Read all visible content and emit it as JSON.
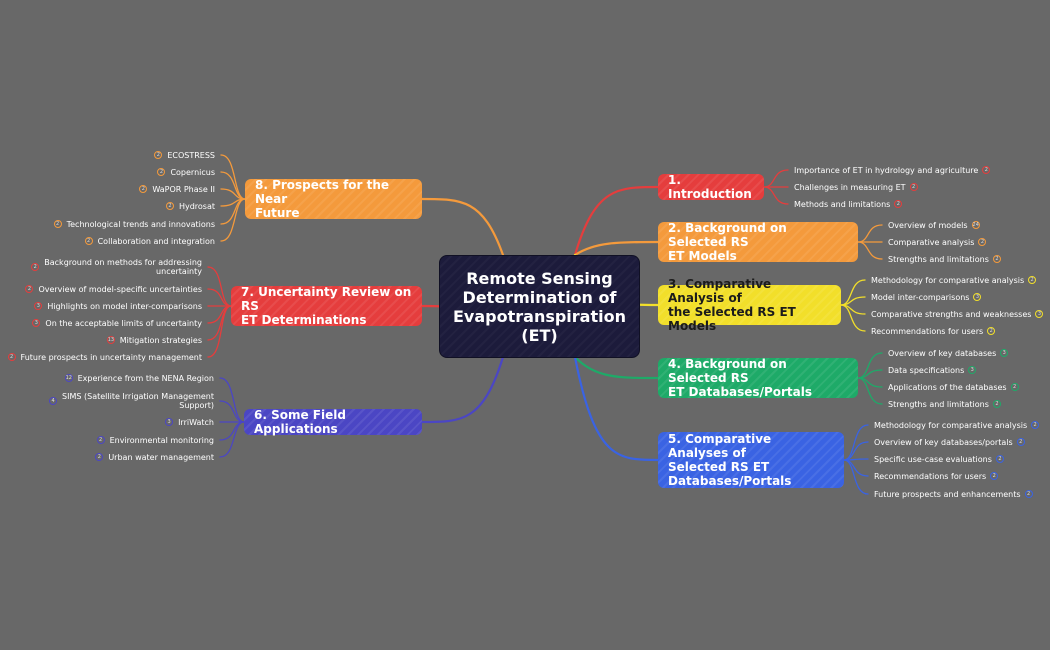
{
  "central_topic": "Remote Sensing\nDetermination of\nEvapotranspiration\n(ET)",
  "colors": {
    "background": "#686868",
    "central": "#1c1b3b",
    "red": "#e53d3d",
    "orange": "#f49a3c",
    "yellow": "#f2df2a",
    "green": "#1eaa68",
    "blue": "#3a63e3",
    "indigo": "#4b46c4"
  },
  "branches": [
    {
      "id": "b1",
      "label": "1. Introduction",
      "color": "red",
      "side": "right",
      "children": [
        {
          "label": "Importance of ET in hydrology and agriculture",
          "badge": "2"
        },
        {
          "label": "Challenges in measuring ET",
          "badge": "2"
        },
        {
          "label": "Methods and limitations",
          "badge": "2"
        }
      ]
    },
    {
      "id": "b2",
      "label": "2. Background on Selected RS\nET Models",
      "color": "orange",
      "side": "right",
      "children": [
        {
          "label": "Overview of models",
          "badge": "24"
        },
        {
          "label": "Comparative analysis",
          "badge": "2"
        },
        {
          "label": "Strengths and limitations",
          "badge": "2"
        }
      ]
    },
    {
      "id": "b3",
      "label": "3. Comparative Analysis of\nthe Selected RS ET Models",
      "color": "yellow",
      "side": "right",
      "children": [
        {
          "label": "Methodology for comparative analysis",
          "badge": "2"
        },
        {
          "label": "Model inter-comparisons",
          "badge": "3"
        },
        {
          "label": "Comparative strengths and weaknesses",
          "badge": "3"
        },
        {
          "label": "Recommendations for users",
          "badge": "2"
        }
      ]
    },
    {
      "id": "b4",
      "label": "4. Background on Selected RS\nET Databases/Portals",
      "color": "green",
      "side": "right",
      "children": [
        {
          "label": "Overview of key databases",
          "badge": "3"
        },
        {
          "label": "Data specifications",
          "badge": "3"
        },
        {
          "label": "Applications of the databases",
          "badge": "2"
        },
        {
          "label": "Strengths and limitations",
          "badge": "2"
        }
      ]
    },
    {
      "id": "b5",
      "label": "5. Comparative Analyses of\nSelected RS ET\nDatabases/Portals",
      "color": "blue",
      "side": "right",
      "children": [
        {
          "label": "Methodology for comparative analysis",
          "badge": "2"
        },
        {
          "label": "Overview of key databases/portals",
          "badge": "2"
        },
        {
          "label": "Specific use-case evaluations",
          "badge": "2"
        },
        {
          "label": "Recommendations for users",
          "badge": "2"
        },
        {
          "label": "Future prospects and enhancements",
          "badge": "2"
        }
      ]
    },
    {
      "id": "b6",
      "label": "6. Some Field Applications",
      "color": "indigo",
      "side": "left",
      "children": [
        {
          "label": "Experience from the NENA Region",
          "badge": "12"
        },
        {
          "label": "SIMS (Satellite Irrigation Management\nSupport)",
          "badge": "4"
        },
        {
          "label": "IrriWatch",
          "badge": "3"
        },
        {
          "label": "Environmental monitoring",
          "badge": "2"
        },
        {
          "label": "Urban water management",
          "badge": "2"
        }
      ]
    },
    {
      "id": "b7",
      "label": "7. Uncertainty Review on RS\nET Determinations",
      "color": "red",
      "side": "left",
      "children": [
        {
          "label": "Background on methods for addressing\nuncertainty",
          "badge": "2"
        },
        {
          "label": "Overview of model-specific uncertainties",
          "badge": "2"
        },
        {
          "label": "Highlights on model inter-comparisons",
          "badge": "3"
        },
        {
          "label": "On the acceptable limits of uncertainty",
          "badge": "3"
        },
        {
          "label": "Mitigation strategies",
          "badge": "13"
        },
        {
          "label": "Future prospects in uncertainty management",
          "badge": "2"
        }
      ]
    },
    {
      "id": "b8",
      "label": "8. Prospects for the Near\nFuture",
      "color": "orange",
      "side": "left",
      "children": [
        {
          "label": "ECOSTRESS",
          "badge": "2"
        },
        {
          "label": "Copernicus",
          "badge": "2"
        },
        {
          "label": "WaPOR Phase II",
          "badge": "2"
        },
        {
          "label": "Hydrosat",
          "badge": "2"
        },
        {
          "label": "Technological trends and innovations",
          "badge": "2"
        },
        {
          "label": "Collaboration and integration",
          "badge": "2"
        }
      ]
    }
  ]
}
